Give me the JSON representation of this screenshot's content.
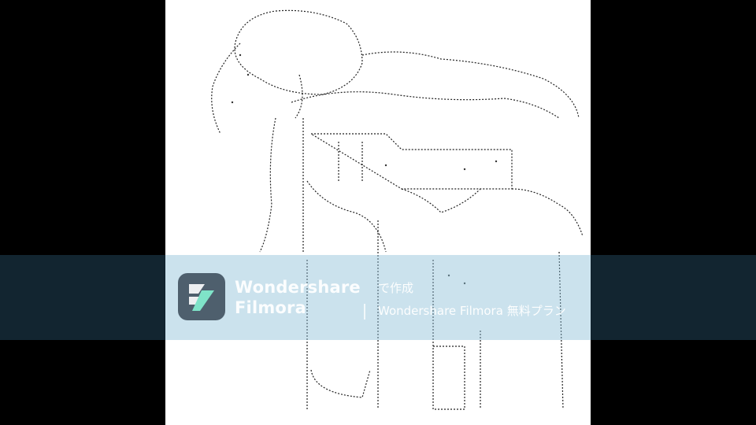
{
  "watermark": {
    "brand_line1": "Wondershare",
    "brand_line2": "Filmora",
    "caption_line1": "で作成",
    "caption_line2": "Wondershare Filmora 無料プラン",
    "logo_icon": "filmora-logo-icon",
    "logo_color": "#4e5f6d",
    "logo_accent": "#7fe3c8"
  },
  "image": {
    "subject_icon": "ascii-art-standing-figure",
    "background": "#ffffff",
    "letterbox": "#000000"
  }
}
